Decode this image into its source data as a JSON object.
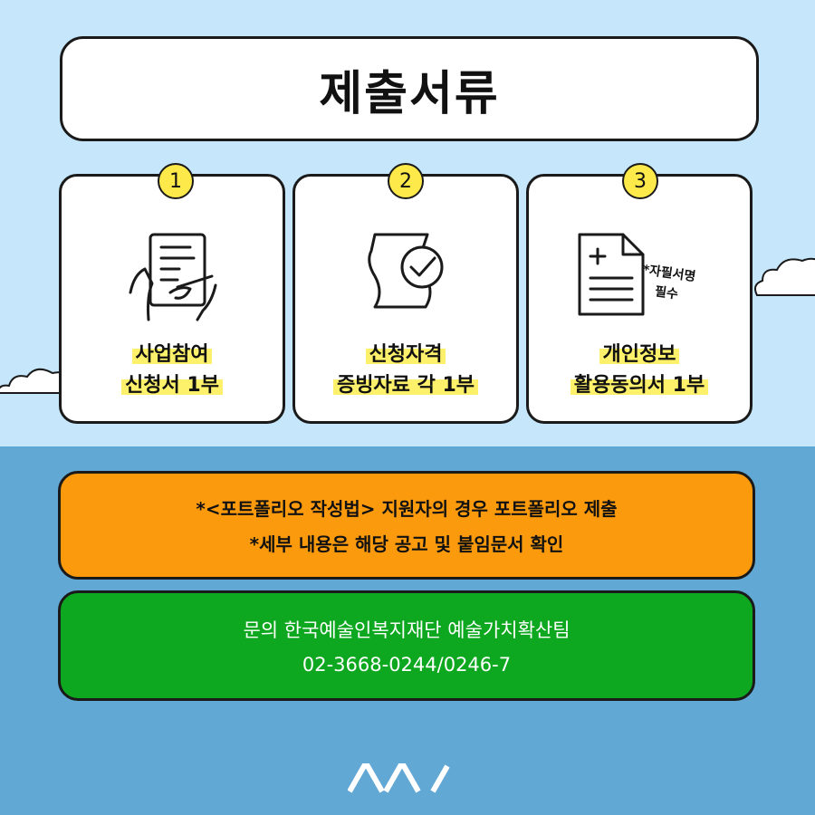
{
  "title": "제출서류",
  "cards": [
    {
      "number": "1",
      "line1": "사업참여",
      "line2": "신청서 1부",
      "icon": "signing-document-icon"
    },
    {
      "number": "2",
      "line1": "신청자격",
      "line2": "증빙자료 각 1부",
      "icon": "certificate-check-icon"
    },
    {
      "number": "3",
      "line1": "개인정보",
      "line2": "활용동의서 1부",
      "icon": "document-icon",
      "note": [
        "*자필서명",
        "필수"
      ]
    }
  ],
  "notice": {
    "line1": "*<포트폴리오 작성법> 지원자의 경우 포트폴리오 제출",
    "line2": "*세부 내용은 해당 공고 및 붙임문서 확인"
  },
  "contact": {
    "line1": "문의 한국예술인복지재단 예술가치확산팀",
    "line2": "02-3668-0244/0246-7"
  },
  "colors": {
    "sky": "#c5e6fb",
    "ground": "#62a8d5",
    "highlight": "#fdf06a",
    "badge": "#fde94a",
    "orange": "#fc9a0e",
    "green": "#0da81f"
  }
}
